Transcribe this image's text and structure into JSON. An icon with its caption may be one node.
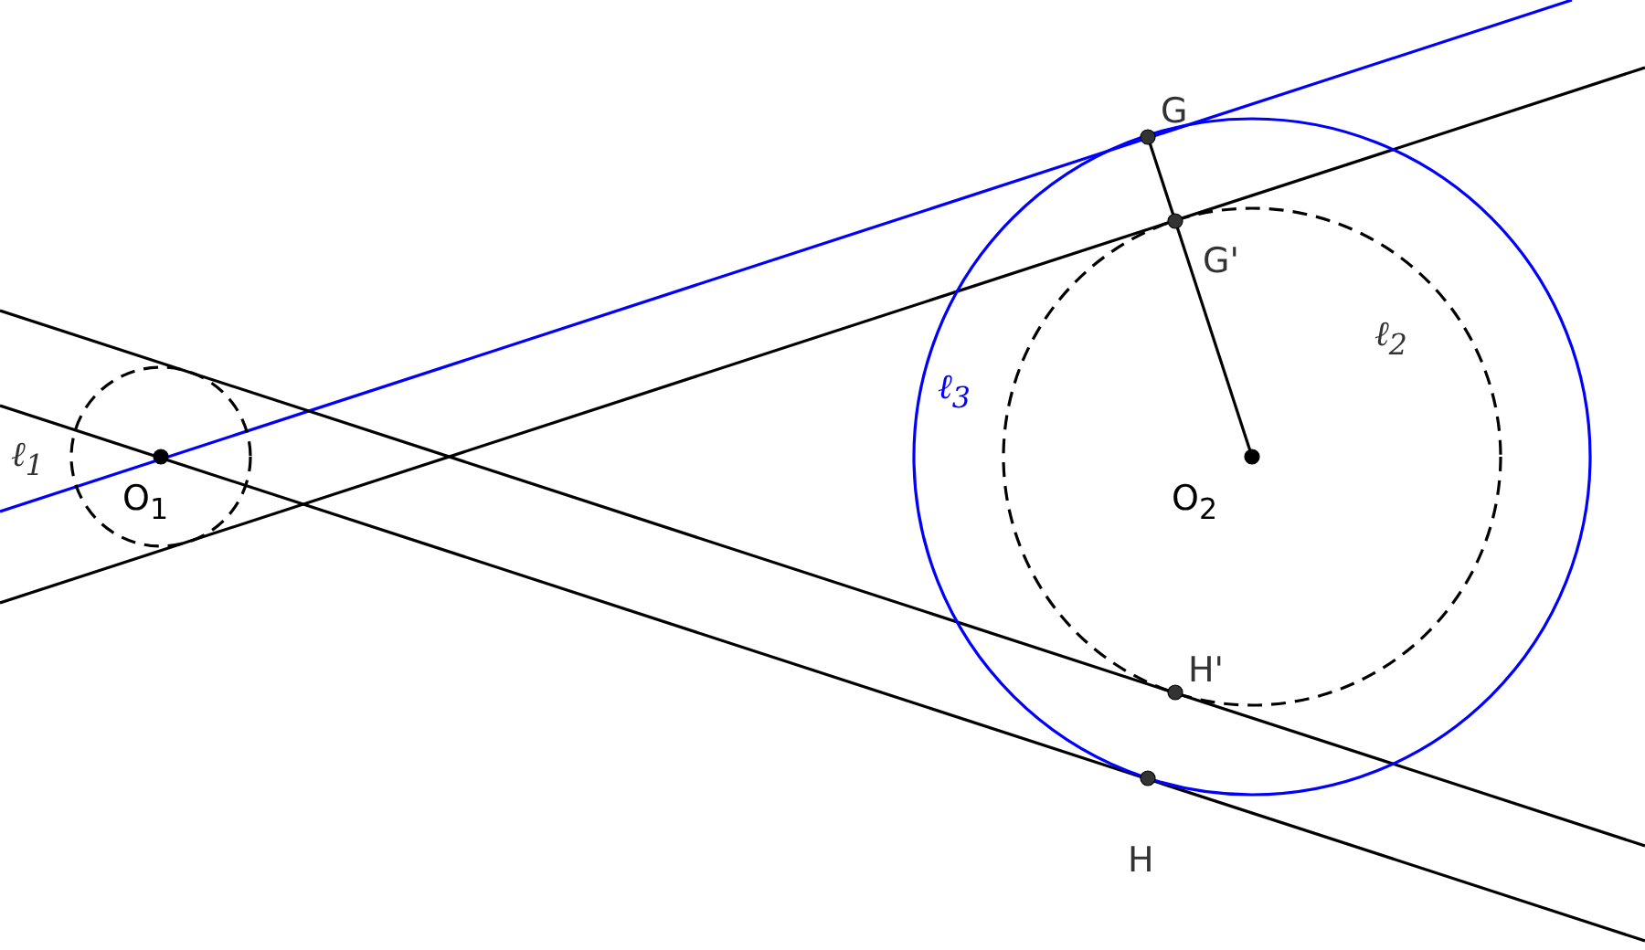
{
  "diagram": {
    "labels": [
      "G",
      "G'",
      "ℓ$_{3}$",
      "ℓ$_{2}$",
      "ℓ$_{1}$",
      "O$_{1}$",
      "O$_{2}$",
      "H'",
      "H"
    ]
  }
}
